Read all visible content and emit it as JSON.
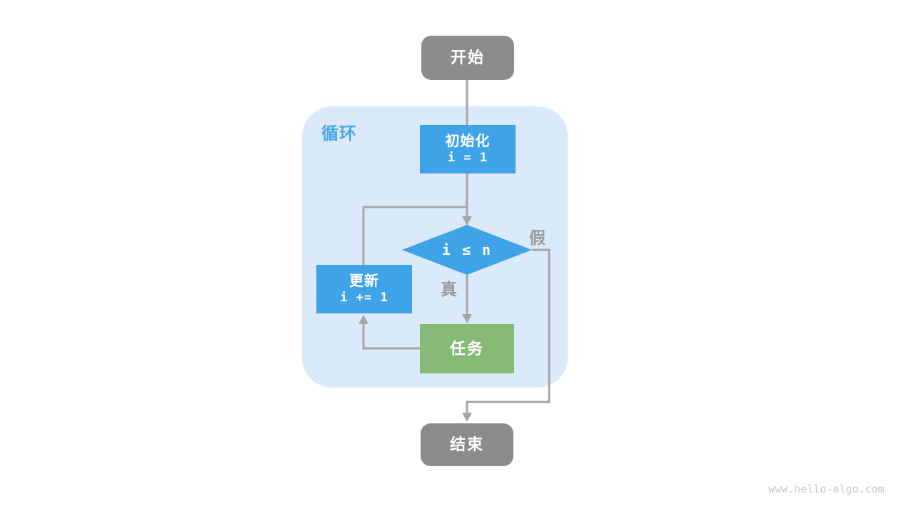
{
  "flowchart": {
    "loop_container": {
      "label": "循环"
    },
    "nodes": {
      "start": {
        "label": "开始"
      },
      "init": {
        "title": "初始化",
        "code": "i = 1"
      },
      "condition": {
        "code": "i ≤ n"
      },
      "update": {
        "title": "更新",
        "code": "i += 1"
      },
      "task": {
        "label": "任务"
      },
      "end": {
        "label": "结束"
      }
    },
    "branch_labels": {
      "true": "真",
      "false": "假"
    },
    "colors": {
      "terminal_gray": "#8c8c8c",
      "process_blue": "#3fa3e8",
      "task_green": "#85bb76",
      "loop_container_blue": "#daeafb",
      "connector_gray": "#a6a6a6",
      "loop_label_blue": "#4ba6e9",
      "branch_label_gray": "#9a9a9a",
      "watermark_gray": "#c9c9c9"
    }
  },
  "watermark": "www.hello-algo.com"
}
